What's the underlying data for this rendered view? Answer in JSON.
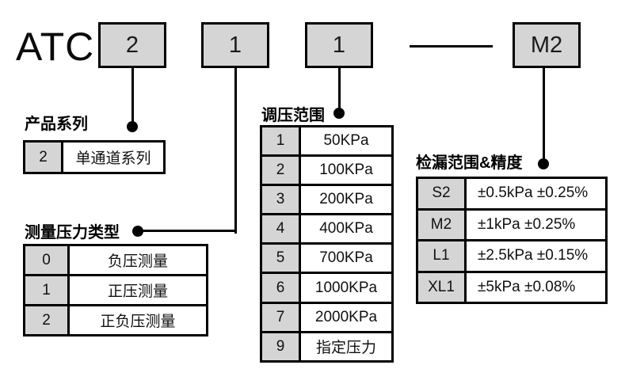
{
  "model": {
    "prefix": "ATC",
    "boxes": [
      {
        "id": "series",
        "value": "2"
      },
      {
        "id": "pressure-type",
        "value": "1"
      },
      {
        "id": "regulation-range",
        "value": "1"
      },
      {
        "id": "leak-accuracy",
        "value": "M2"
      }
    ]
  },
  "sections": {
    "series": {
      "title": "产品系列",
      "rows": [
        [
          "2",
          "单通道系列"
        ]
      ]
    },
    "pressure_type": {
      "title": "测量压力类型",
      "rows": [
        [
          "0",
          "负压测量"
        ],
        [
          "1",
          "正压测量"
        ],
        [
          "2",
          "正负压测量"
        ]
      ]
    },
    "regulation_range": {
      "title": "调压范围",
      "rows": [
        [
          "1",
          "50KPa"
        ],
        [
          "2",
          "100KPa"
        ],
        [
          "3",
          "200KPa"
        ],
        [
          "4",
          "400KPa"
        ],
        [
          "5",
          "700KPa"
        ],
        [
          "6",
          "1000KPa"
        ],
        [
          "7",
          "2000KPa"
        ],
        [
          "9",
          "指定压力"
        ]
      ]
    },
    "leak_accuracy": {
      "title": "检漏范围&精度",
      "rows": [
        [
          "S2",
          "±0.5kPa ±0.25%"
        ],
        [
          "M2",
          "±1kPa ±0.25%"
        ],
        [
          "L1",
          "±2.5kPa ±0.15%"
        ],
        [
          "XL1",
          "±5kPa ±0.08%"
        ]
      ]
    }
  },
  "colors": {
    "line": "#000000",
    "box_fill": "#d5d5d5",
    "text": "#111111"
  }
}
